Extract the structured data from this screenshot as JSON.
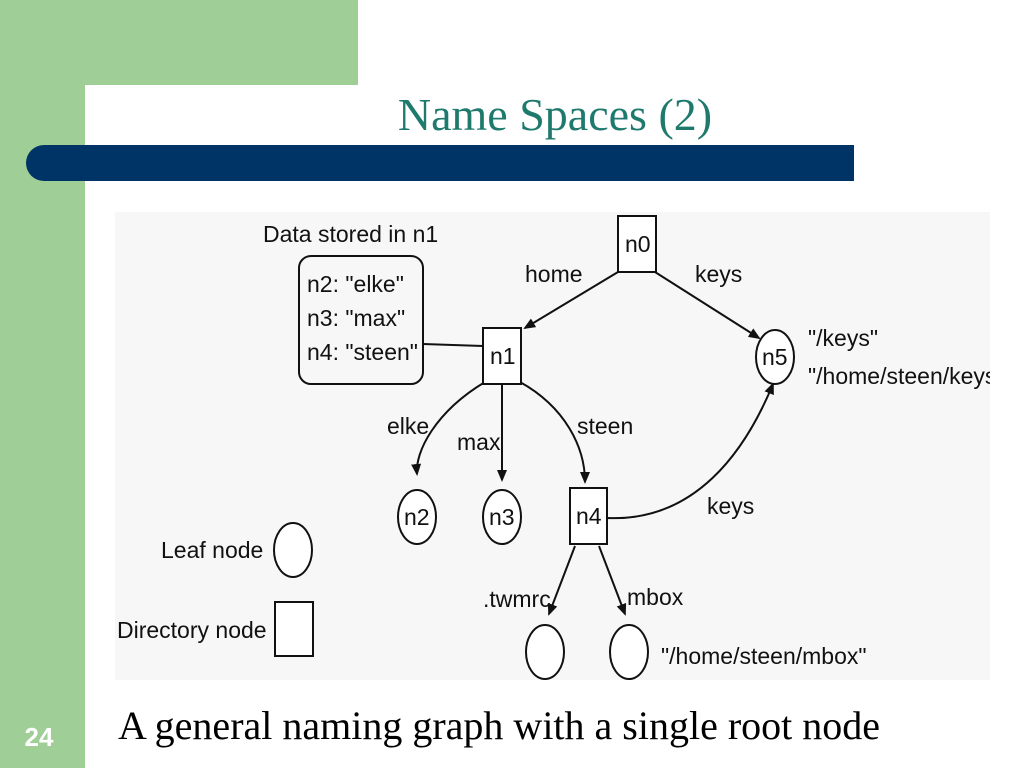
{
  "slide": {
    "title": "Name Spaces (2)",
    "caption": "A general naming graph with a single root node",
    "number": "24"
  },
  "diagram": {
    "data_box_title": "Data stored in n1",
    "data_lines": [
      "n2: \"elke\"",
      "n3: \"max\"",
      "n4: \"steen\""
    ],
    "nodes": {
      "n0": "n0",
      "n1": "n1",
      "n2": "n2",
      "n3": "n3",
      "n4": "n4",
      "n5": "n5"
    },
    "edges": {
      "home": "home",
      "keys_top": "keys",
      "elke": "elke",
      "max": "max",
      "steen": "steen",
      "keys_n4": "keys",
      "twmrc": ".twmrc",
      "mbox": "mbox"
    },
    "n5_paths": [
      "\"/keys\"",
      "\"/home/steen/keys\""
    ],
    "mbox_path": "\"/home/steen/mbox\"",
    "legend": {
      "leaf": "Leaf node",
      "directory": "Directory node"
    }
  },
  "colors": {
    "sidebar": "#9fce96",
    "bar": "#003366",
    "title": "#1f7a6e"
  }
}
